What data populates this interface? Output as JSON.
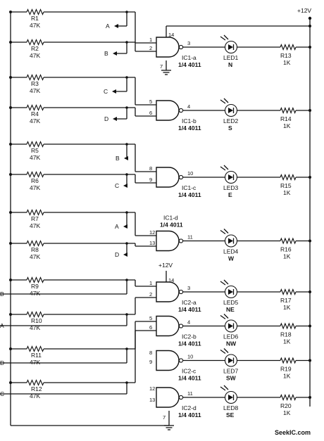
{
  "supply": {
    "label": "+12V"
  },
  "watermark": "SeekIC.com",
  "inputs": [
    {
      "res": "R1",
      "value": "47K",
      "signal": "A"
    },
    {
      "res": "R2",
      "value": "47K",
      "signal": "B"
    },
    {
      "res": "R3",
      "value": "47K",
      "signal": "C"
    },
    {
      "res": "R4",
      "value": "47K",
      "signal": "D"
    },
    {
      "res": "R5",
      "value": "47K",
      "signal": "B"
    },
    {
      "res": "R6",
      "value": "47K",
      "signal": "C"
    },
    {
      "res": "R7",
      "value": "47K",
      "signal": "A"
    },
    {
      "res": "R8",
      "value": "47K",
      "signal": "D"
    },
    {
      "res": "R9",
      "value": "47K",
      "signal": "B"
    },
    {
      "res": "R10",
      "value": "47K",
      "signal": "A"
    },
    {
      "res": "R11",
      "value": "47K",
      "signal": "D"
    },
    {
      "res": "R12",
      "value": "47K",
      "signal": "C"
    }
  ],
  "gates": [
    {
      "name": "IC1-a",
      "chip": "1/4 4011",
      "pin_in1": "1",
      "pin_in2": "2",
      "pin_out": "3",
      "led": "LED1",
      "dir": "N",
      "res": "R13",
      "res_value": "1K"
    },
    {
      "name": "IC1-b",
      "chip": "1/4 4011",
      "pin_in1": "5",
      "pin_in2": "6",
      "pin_out": "4",
      "led": "LED2",
      "dir": "S",
      "res": "R14",
      "res_value": "1K"
    },
    {
      "name": "IC1-c",
      "chip": "1/4 4011",
      "pin_in1": "8",
      "pin_in2": "9",
      "pin_out": "10",
      "led": "LED3",
      "dir": "E",
      "res": "R15",
      "res_value": "1K"
    },
    {
      "name": "IC1-d",
      "chip": "1/4 4011",
      "pin_in1": "12",
      "pin_in2": "13",
      "pin_out": "11",
      "led": "LED4",
      "dir": "W",
      "res": "R16",
      "res_value": "1K"
    },
    {
      "name": "IC2-a",
      "chip": "1/4 4011",
      "pin_in1": "1",
      "pin_in2": "2",
      "pin_out": "3",
      "led": "LED5",
      "dir": "NE",
      "res": "R17",
      "res_value": "1K"
    },
    {
      "name": "IC2-b",
      "chip": "1/4 4011",
      "pin_in1": "5",
      "pin_in2": "6",
      "pin_out": "4",
      "led": "LED6",
      "dir": "NW",
      "res": "R18",
      "res_value": "1K"
    },
    {
      "name": "IC2-c",
      "chip": "1/4 4011",
      "pin_in1": "8",
      "pin_in2": "9",
      "pin_out": "10",
      "led": "LED7",
      "dir": "SW",
      "res": "R19",
      "res_value": "1K"
    },
    {
      "name": "IC2-d",
      "chip": "1/4 4011",
      "pin_in1": "12",
      "pin_in2": "13",
      "pin_out": "11",
      "led": "LED8",
      "dir": "SE",
      "res": "R20",
      "res_value": "1K"
    }
  ],
  "power_pins": {
    "ic1_vdd": "14",
    "ic1_gnd": "7",
    "ic2_vdd": "14",
    "ic2_gnd": "7",
    "ic2_supply": "+12V"
  }
}
